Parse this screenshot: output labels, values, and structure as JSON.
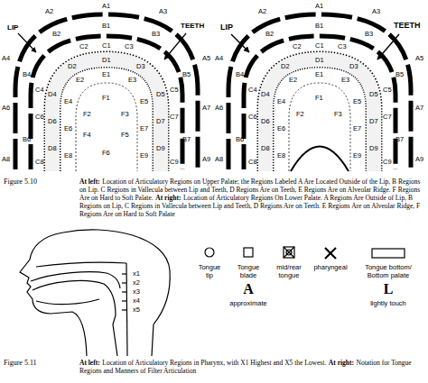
{
  "diagram": {
    "labels": [
      "LIP",
      "TEETH",
      "A1",
      "B1",
      "A2",
      "A3",
      "B2",
      "B3",
      "C1",
      "C2",
      "C3",
      "D1",
      "D2",
      "D3",
      "E1",
      "E2",
      "E3",
      "A4",
      "B4",
      "A5",
      "B5",
      "C4",
      "C5",
      "D4",
      "D5",
      "E4",
      "E5",
      "F1",
      "F2",
      "F3",
      "F4",
      "F5",
      "A6",
      "A7",
      "C6",
      "C7",
      "D6",
      "D7",
      "E6",
      "E7",
      "B6",
      "B7",
      "D8",
      "D9",
      "E8",
      "E9",
      "F6",
      "A8",
      "A9",
      "C8",
      "C9",
      "LIP",
      "TEETH",
      "A1",
      "B1",
      "A2",
      "A3",
      "B2",
      "B3",
      "C1",
      "C2",
      "C3",
      "D1",
      "D2",
      "D3",
      "E1",
      "E2",
      "E3",
      "A4",
      "B4",
      "A5",
      "B5",
      "C4",
      "C5",
      "D4",
      "D5",
      "E4",
      "E5",
      "F1",
      "F2",
      "F3",
      "A6",
      "A7",
      "C6",
      "C7",
      "D6",
      "D7",
      "E6",
      "E7",
      "B6",
      "B7",
      "D8",
      "D9",
      "E8",
      "E9",
      "A8",
      "A9",
      "C8",
      "C9",
      "Figure 5.10",
      "At left:",
      "Location of Articulatory Regions on Upper Palate; the Regions Labeled A Are Located Outside of the Lip, B Regions on Lip. C Regions in Vallecula between Lip and Teeth, D Regions Are on Teeth, E Regions Are on Alveolar Ridge. F Regions Are on Hard to Soft Palate.",
      "At right:",
      "Location of Articulatory Regions On Lower Palate. A Regions Are Outside of Lip, B Regions on Lip, C Regions in Vallecula between Lip and Teeth, D Regions Are on Teeth. E Regions Are on Alveolar Ridge, F Regions Are on Hard to Soft Palate",
      "x1",
      "x2",
      "x3",
      "x4",
      "x5",
      "Tongue tip",
      "Tongue blade",
      "mid/rear tongue",
      "pharyngeal",
      "Tongue bottom/ Bottom palate",
      "A",
      "approximate",
      "L",
      "lightly touch",
      "Figure 5.11",
      "At left:",
      "Location of Articulatory Regions in Pharynx, with X1 Highest and X5 the Lowest.",
      "At right:",
      "Notation for Tongue Regions and Manners of Filter Articulation"
    ]
  }
}
